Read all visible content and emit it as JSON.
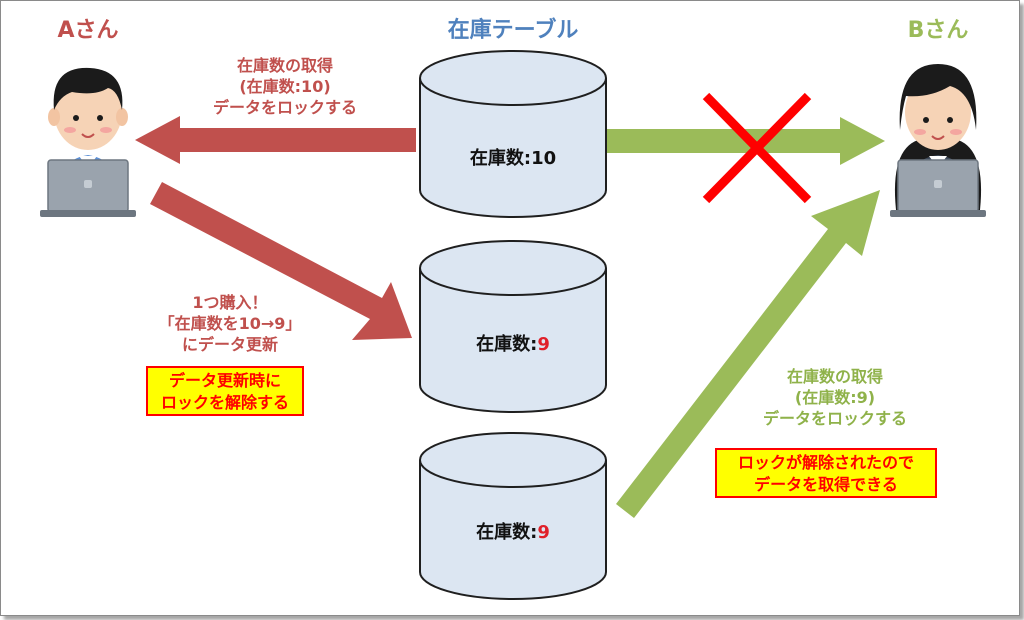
{
  "people": {
    "a": {
      "name": "Aさん"
    },
    "b": {
      "name": "Bさん"
    }
  },
  "table": {
    "title": "在庫テーブル"
  },
  "cylinders": [
    {
      "label": "在庫数:",
      "value": "10",
      "value_color": "#111111"
    },
    {
      "label": "在庫数:",
      "value": "9",
      "value_color": "#e0202a"
    },
    {
      "label": "在庫数:",
      "value": "9",
      "value_color": "#e0202a"
    }
  ],
  "notes": {
    "a_get": {
      "line1": "在庫数の取得",
      "line2": "(在庫数:10)",
      "line3": "データをロックする"
    },
    "a_update": {
      "line1": "1つ購入！",
      "line2": "「在庫数を10→9」",
      "line3": "にデータ更新"
    },
    "b_get": {
      "line1": "在庫数の取得",
      "line2": "(在庫数:9)",
      "line3": "データをロックする"
    }
  },
  "callouts": {
    "unlock": {
      "line1": "データ更新時に",
      "line2": "ロックを解除する"
    },
    "acquire": {
      "line1": "ロックが解除されたので",
      "line2": "データを取得できる"
    }
  },
  "colors": {
    "red_arrow": "#c0504d",
    "green_arrow": "#9bbb59",
    "cross": "#ff0000",
    "cylinder_fill": "#dce6f2",
    "cylinder_stroke": "#1f1f1f"
  },
  "icons": {
    "a_person": "man-with-laptop-icon",
    "b_person": "woman-with-laptop-icon",
    "cross": "cross-mark-icon"
  }
}
